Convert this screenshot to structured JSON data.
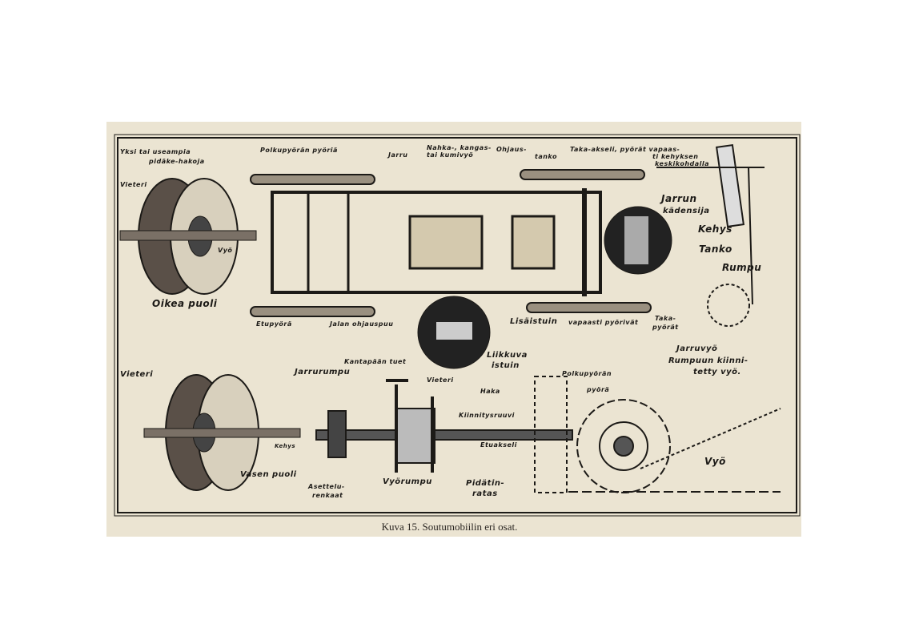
{
  "figure": {
    "caption": "Kuva 15. Soutumobiilin eri osat.",
    "labels": {
      "yksi_tai": "Yksi tai useampia",
      "pidake_hakoja": "pidäke-hakoja",
      "polkupyoran_pyoria": "Polkupyörän pyöriä",
      "jarru": "Jarru",
      "nahka_1": "Nahka-, kangas-",
      "nahka_2": "tai kumivyö",
      "ohjaus_1": "Ohjaus-",
      "ohjaus_2": "tanko",
      "taka_akseli_1": "Taka-akseli, pyörät vapaas-",
      "taka_akseli_2": "ti kehyksen",
      "taka_akseli_3": "keskikohdalla",
      "vieteri_top": "Vieteri",
      "jarrun": "Jarrun",
      "kadensija": "kädensija",
      "kehys": "Kehys",
      "tanko": "Tanko",
      "rumpu": "Rumpu",
      "oikea_puoli": "Oikea puoli",
      "vyo_top": "Vyö",
      "etupyora": "Etupyörä",
      "jalan_ohjauspuu": "Jalan ohjauspuu",
      "lisaistuin": "Lisäistuin",
      "vapaasti_pyorivat": "vapaasti pyörivät",
      "taka": "Taka-",
      "pyorat": "pyörät",
      "kantapaan_tuet": "Kantapään tuet",
      "liikkuva": "Liikkuva",
      "istuin": "istuin",
      "jarruvyo": "Jarruvyö",
      "rumpuun_1": "Rumpuun kiinni-",
      "rumpuun_2": "tetty vyö.",
      "vieteri_bl": "Vieteri",
      "jarrurumpu": "Jarrurumpu",
      "vieteri_mid": "Vieteri",
      "haka": "Haka",
      "polkupyoran": "Polkupyörän",
      "pyora": "pyörä",
      "kiinnitysruuvi": "Kiinnitysruuvi",
      "etuakseli": "Etuakseli",
      "kehys_small": "Kehys",
      "vasen_puoli": "Vasen puoli",
      "asettelu_1": "Asettelu-",
      "asettelu_2": "renkaat",
      "vyorumpu": "Vyörumpu",
      "pidatin_1": "Pidätin-",
      "pidatin_2": "ratas",
      "vyo_bottom": "Vyö"
    }
  }
}
